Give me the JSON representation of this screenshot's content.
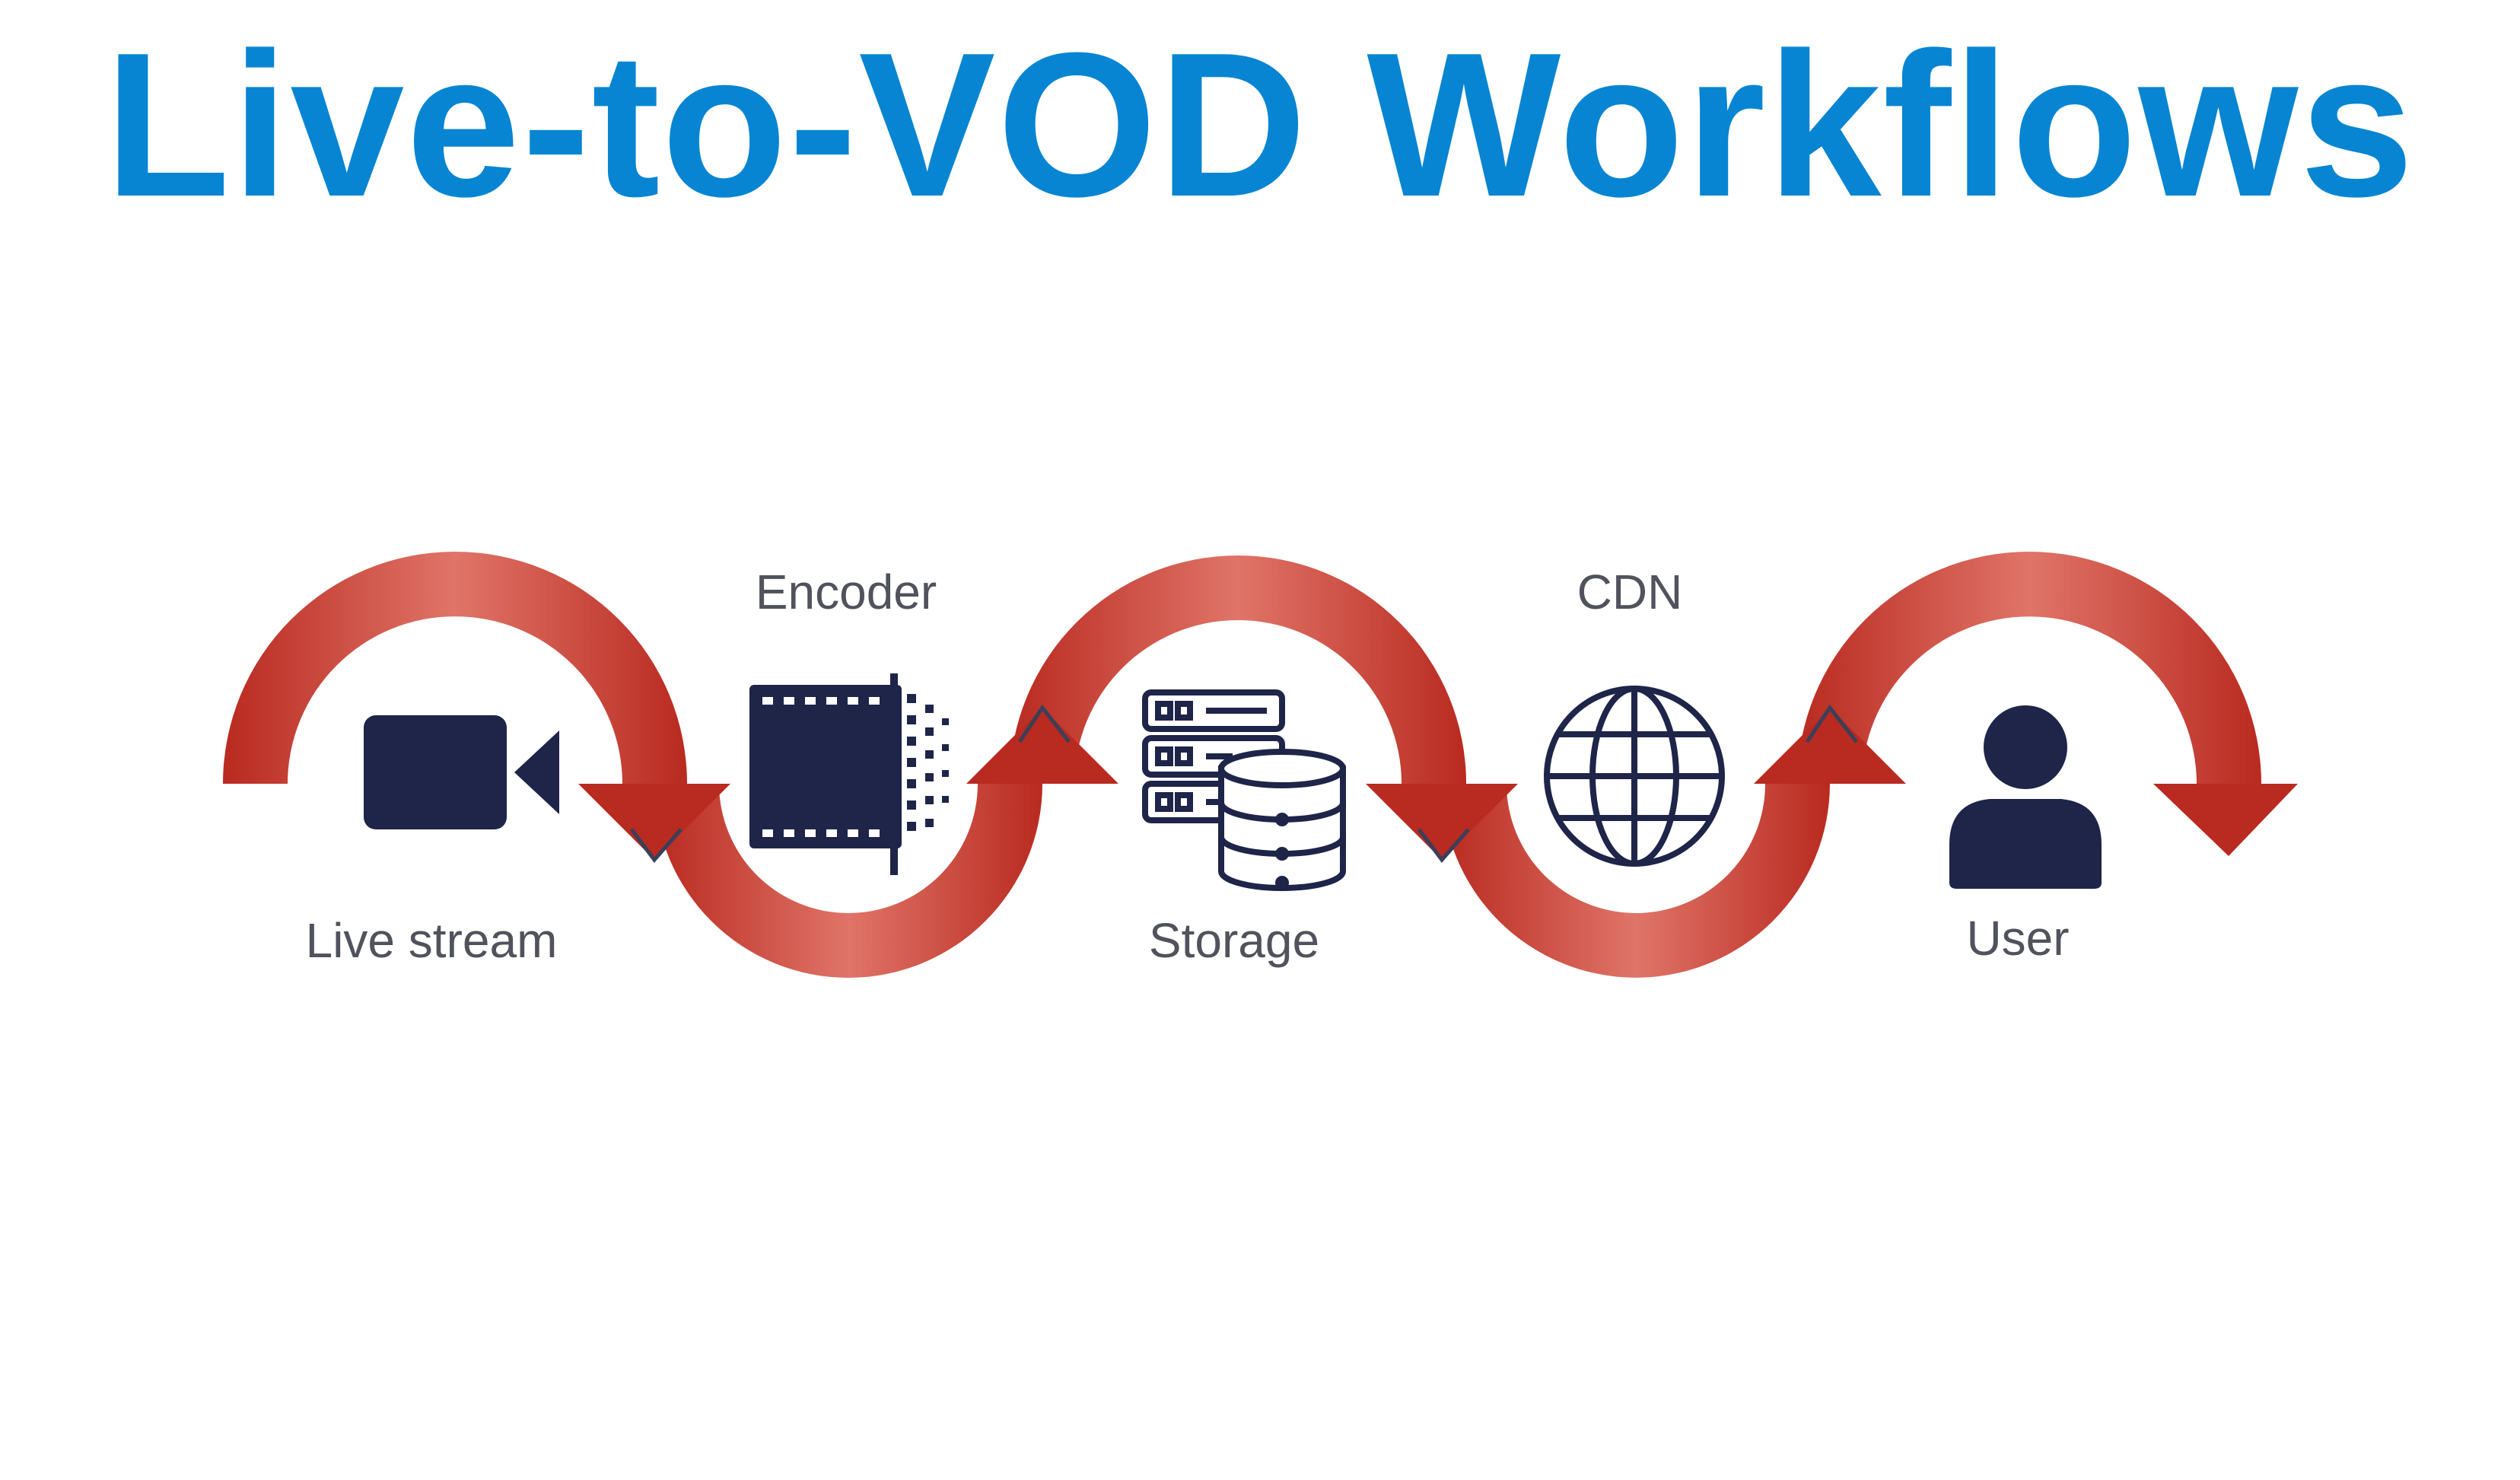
{
  "title": "Live-to-VOD Workflows",
  "colors": {
    "title": "#0785d2",
    "arrow_dark": "#b92a20",
    "arrow_light": "#e07468",
    "icon": "#1f2449",
    "label": "#50525c",
    "seam": "#3b3f58"
  },
  "stages": [
    {
      "name": "live-stream",
      "label": "Live stream",
      "icon": "video-camera-icon"
    },
    {
      "name": "encoder",
      "label": "Encoder",
      "icon": "encoder-film-icon"
    },
    {
      "name": "storage",
      "label": "Storage",
      "icon": "server-database-icon"
    },
    {
      "name": "cdn",
      "label": "CDN",
      "icon": "globe-icon"
    },
    {
      "name": "user",
      "label": "User",
      "icon": "user-icon"
    }
  ]
}
